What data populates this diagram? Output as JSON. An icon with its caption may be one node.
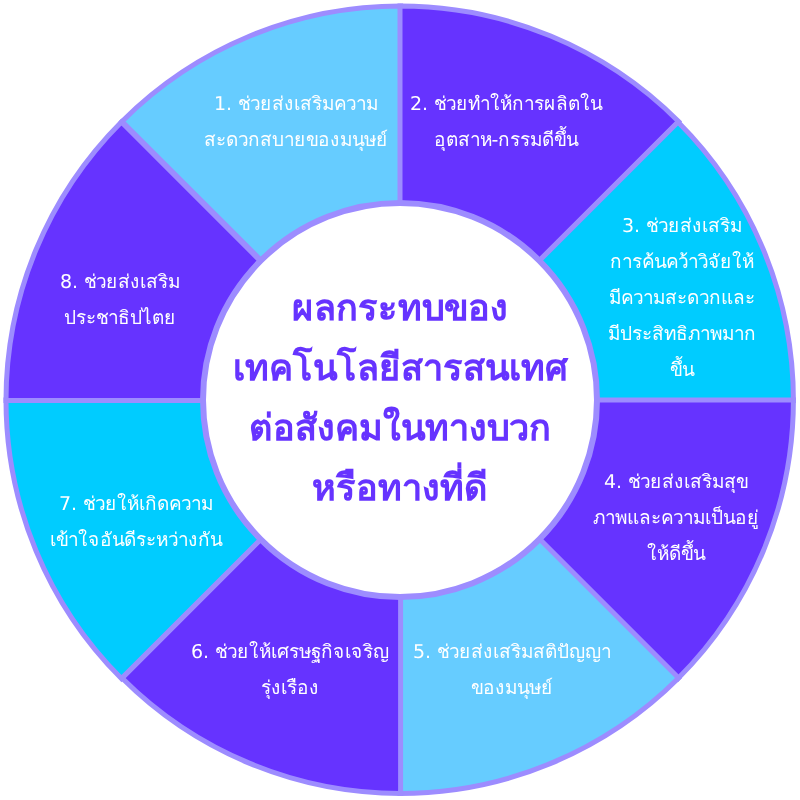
{
  "diagram": {
    "nodes": [
      {
        "text": [
          "ผลกระทบของเทคโนโลยีสารสนเทศต่อสังคมในทางบวกหรือทางที่ดี"
        ]
      },
      {
        "text": [
          "1. ช่วยส่งเสริมความสะดวกสบายของมนุษย์"
        ]
      },
      {
        "text": [
          "2. ช่วยทำให้การผลิตในอุตสาห-กรรมดีขึ้น"
        ]
      },
      {
        "text": [
          "3. ช่วยส่งเสริมการค้นคว้าวิจัยให้มีความสะดวกและมีประสิทธิภาพมากขึ้น"
        ]
      },
      {
        "text": [
          "4. ช่วยส่งเสริมสุขภาพและความเป็นอยู่ให้ดีขึ้น"
        ]
      },
      {
        "text": [
          "5. ช่วยส่งเสริมสติปัญญาของมนุษย์"
        ]
      },
      {
        "text": [
          "6. ช่วยให้เศรษฐกิจเจริญรุ่งเรือง"
        ]
      },
      {
        "text": [
          "7. ช่วยให้เกิดความเข้าใจอันดีระหว่างกัน"
        ]
      },
      {
        "text": [
          "8. ช่วยส่งเสริมประชาธิปไตย"
        ]
      }
    ],
    "edges": []
  }
}
